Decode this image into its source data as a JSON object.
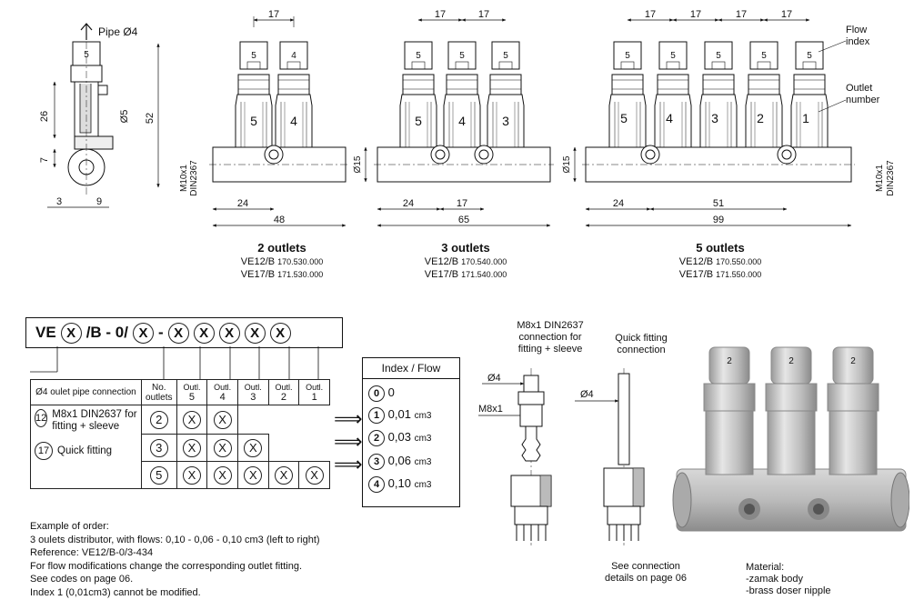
{
  "drawings": {
    "side_view": {
      "pipe_label": "Pipe Ø4",
      "dims": [
        "26",
        "7",
        "Ø5",
        "52",
        "3",
        "9"
      ],
      "flow_index": "5"
    },
    "two_outlets": {
      "title": "2 outlets",
      "dims": {
        "pitch": "17",
        "offset": "24",
        "length": "48"
      },
      "thread_label": [
        "M10x1",
        "DIN2367"
      ],
      "outlet_numbers": [
        "5",
        "4"
      ],
      "codes": [
        {
          "name": "VE12/B",
          "code": "170.530.000"
        },
        {
          "name": "VE17/B",
          "code": "171.530.000"
        }
      ]
    },
    "three_outlets": {
      "title": "3 outlets",
      "dims": {
        "pitch": [
          "17",
          "17"
        ],
        "offset": "24",
        "mid": "17",
        "length": "65",
        "diameter": "Ø15"
      },
      "outlet_numbers": [
        "5",
        "4",
        "3"
      ],
      "codes": [
        {
          "name": "VE12/B",
          "code": "170.540.000"
        },
        {
          "name": "VE17/B",
          "code": "171.540.000"
        }
      ]
    },
    "five_outlets": {
      "title": "5 outlets",
      "dims": {
        "pitch": [
          "17",
          "17",
          "17",
          "17"
        ],
        "offset": "24",
        "mid": "51",
        "length": "99",
        "diameter": "Ø15"
      },
      "outlet_numbers": [
        "5",
        "4",
        "3",
        "2",
        "1"
      ],
      "thread_label": [
        "M10x1",
        "DIN2367"
      ],
      "callouts": {
        "flow_index": "Flow\nindex",
        "outlet_number": "Outlet\nnumber"
      },
      "codes": [
        {
          "name": "VE12/B",
          "code": "170.550.000"
        },
        {
          "name": "VE17/B",
          "code": "171.550.000"
        }
      ]
    }
  },
  "order_code": {
    "prefix": "VE",
    "sep1": "/B - 0/",
    "dash": "-",
    "placeholder": "X",
    "headers": {
      "pipe": "Ø4 oulet pipe connection",
      "outlets": "No. outlets",
      "outl": "Outl.",
      "outl_numbers": [
        "5",
        "4",
        "3",
        "2",
        "1"
      ]
    },
    "pipe_options": [
      {
        "code": "12",
        "label": "M8x1 DIN2637 for fitting + sleeve"
      },
      {
        "code": "17",
        "label": "Quick fitting"
      }
    ],
    "rows": [
      {
        "outlets": "2",
        "marks": 2
      },
      {
        "outlets": "3",
        "marks": 3
      },
      {
        "outlets": "5",
        "marks": 5
      }
    ],
    "arrow": "⟹"
  },
  "index_flow": {
    "title": "Index / Flow",
    "items": [
      {
        "index": "0",
        "flow": "0",
        "unit": ""
      },
      {
        "index": "1",
        "flow": "0,01",
        "unit": "cm3"
      },
      {
        "index": "2",
        "flow": "0,03",
        "unit": "cm3"
      },
      {
        "index": "3",
        "flow": "0,06",
        "unit": "cm3"
      },
      {
        "index": "4",
        "flow": "0,10",
        "unit": "cm3"
      }
    ]
  },
  "connections": {
    "m8": {
      "title": "M8x1 DIN2637\nconnection for\nfitting + sleeve",
      "d4": "Ø4",
      "thread": "M8x1"
    },
    "quick": {
      "title": "Quick fitting\nconnection",
      "d4": "Ø4"
    },
    "see": "See connection\ndetails on page 06"
  },
  "material": {
    "title": "Material:",
    "lines": [
      "-zamak body",
      "-brass doser nipple"
    ]
  },
  "notes": [
    "Example of order:",
    "3 oulets distributor, with flows: 0,10 - 0,06 - 0,10 cm3 (left to right)",
    "Reference: VE12/B-0/3-434",
    "For flow modifications change the corresponding outlet fitting.",
    "See codes on page 06.",
    "Index 1 (0,01cm3) cannot be modified."
  ]
}
